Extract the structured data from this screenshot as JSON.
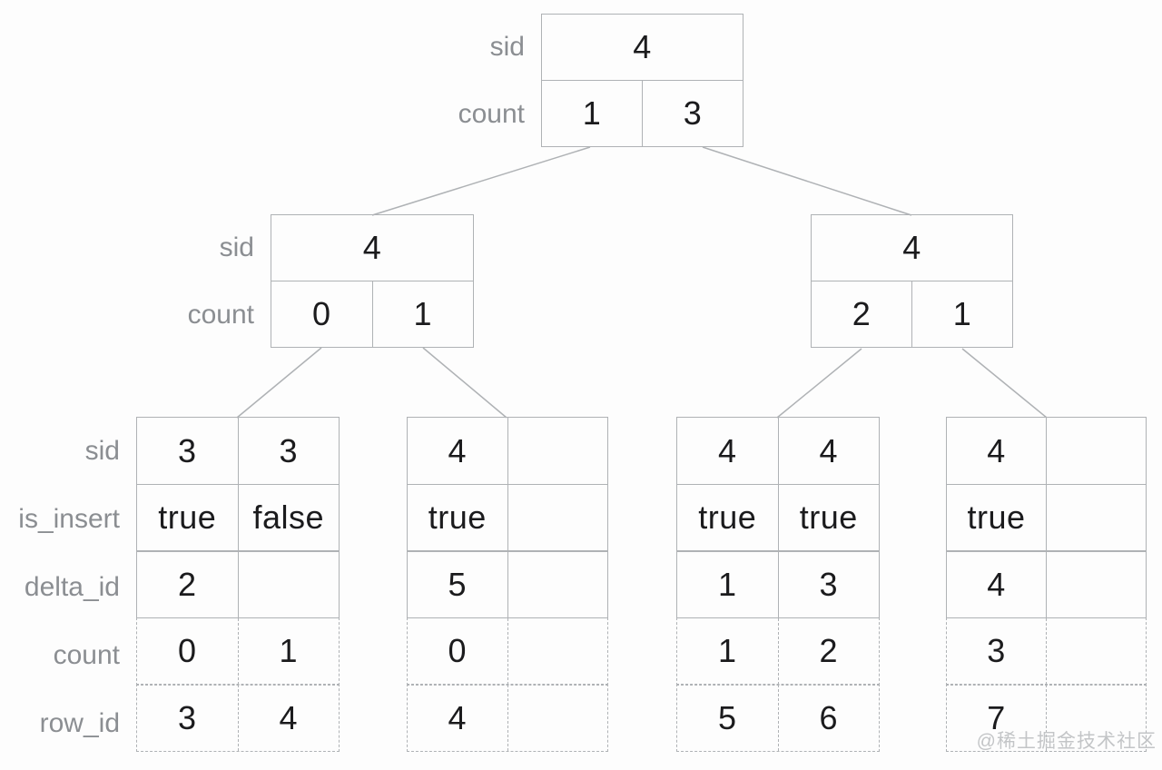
{
  "diagram": {
    "row_labels": {
      "internal": [
        "sid",
        "count"
      ],
      "leaf": [
        "sid",
        "is_insert",
        "delta_id",
        "count",
        "row_id"
      ]
    },
    "nodes": {
      "root": {
        "sid": "4",
        "count": [
          "1",
          "3"
        ]
      },
      "mid_left": {
        "sid": "4",
        "count": [
          "0",
          "1"
        ]
      },
      "mid_right": {
        "sid": "4",
        "count": [
          "2",
          "1"
        ]
      }
    },
    "leaves": [
      {
        "sid": [
          "3",
          "3"
        ],
        "is_insert": [
          "true",
          "false"
        ],
        "delta_id": [
          "2",
          ""
        ],
        "count": [
          "0",
          "1"
        ],
        "row_id": [
          "3",
          "4"
        ]
      },
      {
        "sid": [
          "4",
          ""
        ],
        "is_insert": [
          "true",
          ""
        ],
        "delta_id": [
          "5",
          ""
        ],
        "count": [
          "0",
          ""
        ],
        "row_id": [
          "4",
          ""
        ]
      },
      {
        "sid": [
          "4",
          "4"
        ],
        "is_insert": [
          "true",
          "true"
        ],
        "delta_id": [
          "1",
          "3"
        ],
        "count": [
          "1",
          "2"
        ],
        "row_id": [
          "5",
          "6"
        ]
      },
      {
        "sid": [
          "4",
          ""
        ],
        "is_insert": [
          "true",
          ""
        ],
        "delta_id": [
          "4",
          ""
        ],
        "count": [
          "3",
          ""
        ],
        "row_id": [
          "7",
          ""
        ]
      }
    ],
    "watermark": "@稀土掘金技术社区",
    "colors": {
      "background": "#fdfdfd",
      "border": "#afb2b5",
      "label": "#8b8e92",
      "value": "#1b1b1d",
      "watermark": "#c3c5c7"
    }
  }
}
